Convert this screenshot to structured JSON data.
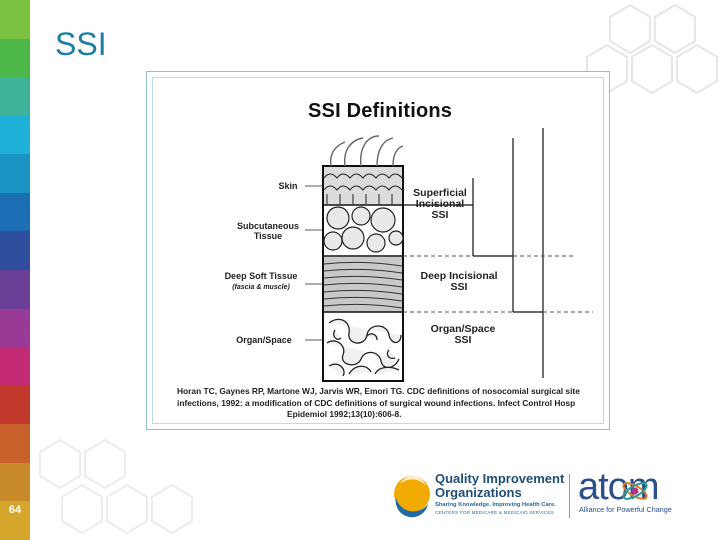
{
  "slide": {
    "title": "SSI",
    "page_number": "64"
  },
  "figure": {
    "title": "SSI Definitions",
    "layers": [
      {
        "label": "Skin",
        "sub": ""
      },
      {
        "label": "Subcutaneous Tissue",
        "sub": ""
      },
      {
        "label": "Deep Soft Tissue",
        "sub": "(fascia & muscle)"
      },
      {
        "label": "Organ/Space",
        "sub": ""
      }
    ],
    "ssi_types": [
      {
        "line1": "Superficial",
        "line2": "Incisional",
        "line3": "SSI"
      },
      {
        "line1": "Deep Incisional",
        "line2": "SSI",
        "line3": ""
      },
      {
        "line1": "Organ/Space",
        "line2": "SSI",
        "line3": ""
      }
    ],
    "citation": {
      "line1": "Horan TC, Gaynes RP, Martone WJ, Jarvis WR, Emori TG. CDC definitions of nosocomial surgical site",
      "line2": "infections, 1992: a modification of CDC definitions of surgical wound infections. Infect Control Hosp",
      "line3": "Epidemiol 1992;13(10):606-8."
    }
  },
  "logos": {
    "qio": {
      "title_line1": "Quality Improvement",
      "title_line2": "Organizations",
      "tagline": "Sharing Knowledge. Improving Health Care.",
      "cms": "CENTERS FOR MEDICARE & MEDICAID SERVICES"
    },
    "atom": {
      "word": "atom",
      "tagline": "Alliance for Powerful Change"
    }
  },
  "colors": {
    "title": "#1d7fa5",
    "stripes": [
      "#7cc242",
      "#4db848",
      "#3fb39a",
      "#1fb0d8",
      "#1a94c4",
      "#1c6fb4",
      "#2f4e9e",
      "#6a3f98",
      "#9a3a97",
      "#c42b74",
      "#c0392b",
      "#c8612b",
      "#c98a2a",
      "#d4a72c"
    ]
  }
}
